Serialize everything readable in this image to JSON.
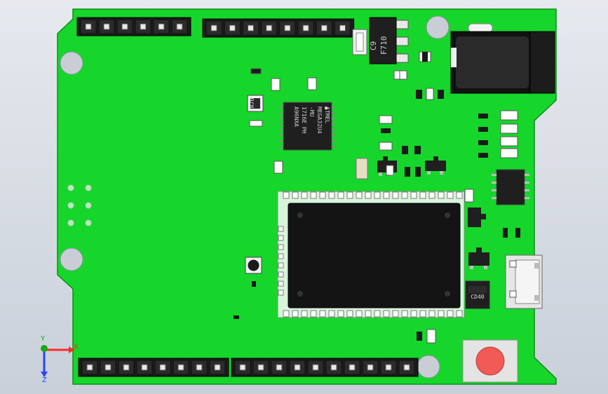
{
  "title": "Arduino Leonardo-style PCB (CAD render, top view)",
  "colors": {
    "board": "#16d62b",
    "board_edge": "#0a8f17",
    "header": "#1b1b1b",
    "pad": "#e8e8e8",
    "button_red": "#f15a55",
    "button_body": "#e4e4e4",
    "ic_body": "#1a1a1a",
    "hole": "#c9ced6",
    "axis_x": "#ff2a2a",
    "axis_y": "#1aa81a",
    "axis_z": "#2a44ff"
  },
  "regulator_label": [
    "C9",
    "F710"
  ],
  "mcu_small_label": [
    "ATMEL",
    "MEGA32U4",
    "-MU",
    "1716E PH",
    "A96NXA"
  ],
  "crystal_label": "R70",
  "module_label": "CD40",
  "axis": {
    "x_label": "X",
    "y_label": "Y",
    "z_label": "Z"
  },
  "icons": {
    "reset_button": "reset-button-icon",
    "power_jack": "dc-jack-icon",
    "usb": "micro-usb-icon"
  }
}
